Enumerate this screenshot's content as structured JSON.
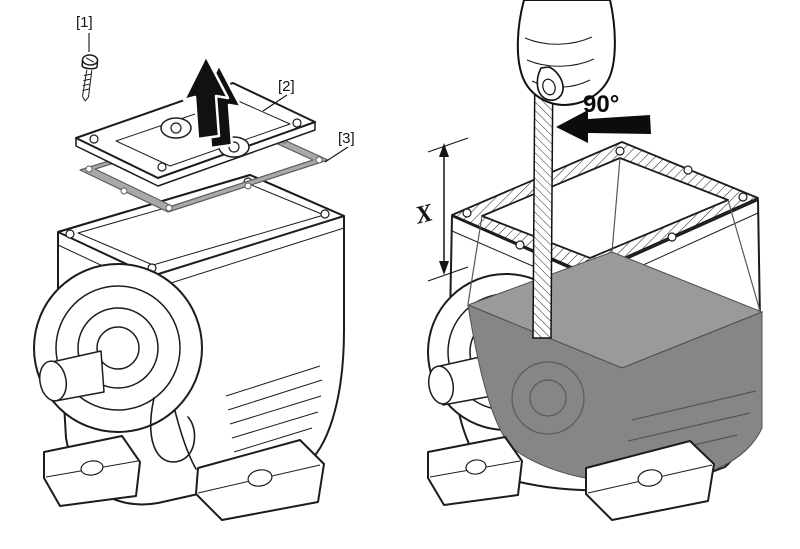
{
  "figure": {
    "left_panel": {
      "callouts": {
        "screw": "[1]",
        "cover_plate": "[2]",
        "gasket": "[3]"
      }
    },
    "right_panel": {
      "angle_label": "90°",
      "depth_label": "X"
    },
    "icons": {
      "removal_arrow": "up-arrow",
      "angle_arrow": "left-arrow",
      "hand": "hand-holding-rod",
      "measuring_rod": "hatched-rod",
      "screw": "slotted-screw"
    },
    "colors": {
      "line": "#1c1c1c",
      "gasket": "#a9a9a9",
      "oil_top": "#9a9a9a",
      "oil_body": "#868686",
      "background": "#ffffff"
    }
  }
}
